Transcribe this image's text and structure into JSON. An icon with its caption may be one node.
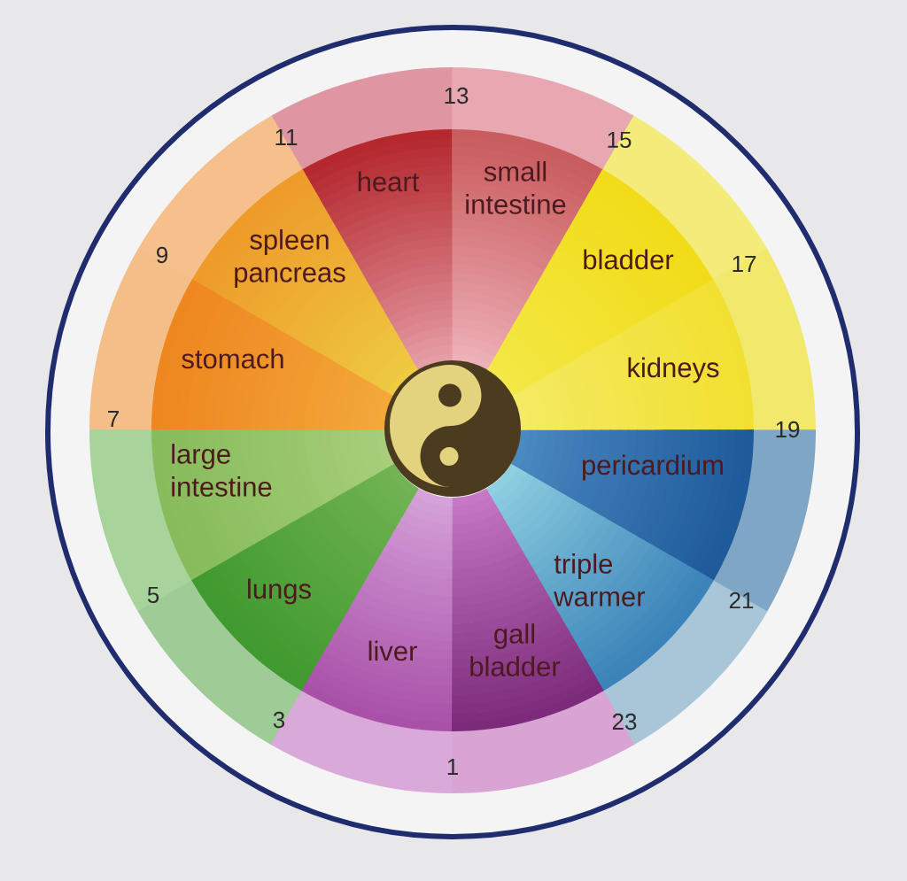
{
  "diagram": {
    "nodes": [
      {
        "text": [
          "heart"
        ]
      },
      {
        "text": [
          "small intestine"
        ]
      },
      {
        "text": [
          "spleen pancreas"
        ]
      },
      {
        "text": [
          "bladder"
        ]
      },
      {
        "text": [
          "stomach"
        ]
      },
      {
        "text": [
          "kidneys"
        ]
      },
      {
        "text": [
          "large intestine"
        ]
      },
      {
        "text": [
          "pericardium"
        ]
      },
      {
        "text": [
          "lungs"
        ]
      },
      {
        "text": [
          "triple warmer"
        ]
      },
      {
        "text": [
          "liver"
        ]
      },
      {
        "text": [
          "gall bladder"
        ]
      }
    ],
    "labels": [
      "13",
      "11",
      "15",
      "9",
      "17",
      "7",
      "19",
      "5",
      "21",
      "3",
      "23",
      "1"
    ]
  }
}
